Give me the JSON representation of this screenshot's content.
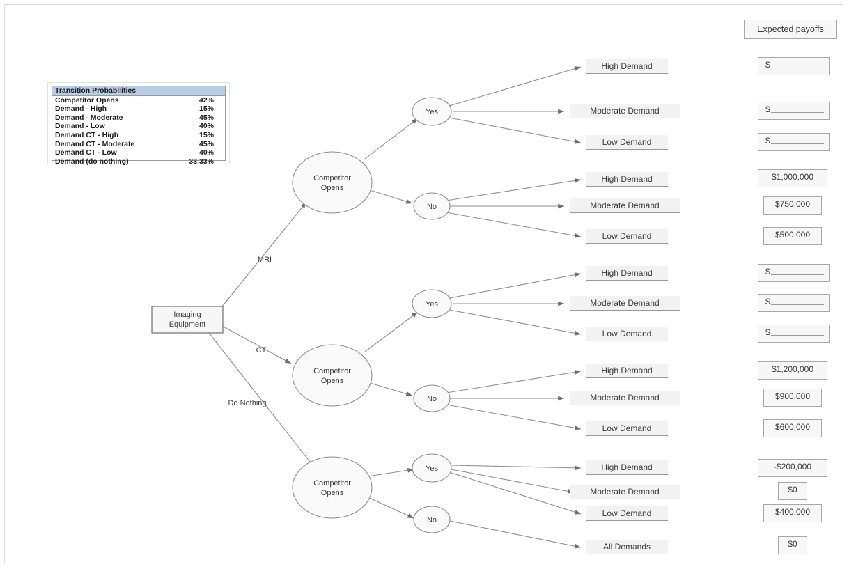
{
  "header": {
    "expected_payoffs_label": "Expected payoffs"
  },
  "transition_table": {
    "title": "Transition Probabilities",
    "rows": [
      {
        "label": "Competitor Opens",
        "value": "42%"
      },
      {
        "label": "Demand - High",
        "value": "15%"
      },
      {
        "label": "Demand - Moderate",
        "value": "45%"
      },
      {
        "label": "Demand - Low",
        "value": "40%"
      },
      {
        "label": "Demand CT - High",
        "value": "15%"
      },
      {
        "label": "Demand CT - Moderate",
        "value": "45%"
      },
      {
        "label": "Demand CT - Low",
        "value": "40%"
      },
      {
        "label": "Demand (do nothing)",
        "value": "33.33%"
      }
    ]
  },
  "tree": {
    "root_label_line1": "Imaging",
    "root_label_line2": "Equipment",
    "branch_labels": {
      "mri": "MRI",
      "ct": "CT",
      "do_nothing": "Do Nothing"
    },
    "chance_label_line1": "Competitor",
    "chance_label_line2": "Opens",
    "yes_label": "Yes",
    "no_label": "No"
  },
  "leaves": {
    "mri_yes": [
      "High Demand",
      "Moderate Demand",
      "Low Demand"
    ],
    "mri_no": [
      "High Demand",
      "Moderate Demand",
      "Low Demand"
    ],
    "ct_yes": [
      "High Demand",
      "Moderate Demand",
      "Low Demand"
    ],
    "ct_no": [
      "High Demand",
      "Moderate Demand",
      "Low Demand"
    ],
    "dn_yes": [
      "High Demand",
      "Moderate Demand",
      "Low Demand"
    ],
    "dn_no": [
      "All Demands"
    ]
  },
  "payoffs": {
    "mri_yes": [
      "$",
      "$",
      "$"
    ],
    "mri_no": [
      "$1,000,000",
      "$750,000",
      "$500,000"
    ],
    "ct_yes": [
      "$",
      "$",
      "$"
    ],
    "ct_no": [
      "$1,200,000",
      "$900,000",
      "$600,000"
    ],
    "dn_yes": [
      "-$200,000",
      "$0",
      "$400,000"
    ],
    "dn_no": [
      "$0"
    ]
  },
  "colors": {
    "table_header": "#b8cce4",
    "edge": "#8d8d8d",
    "leaf_bg": "#f2f2f2",
    "payoff_bg": "#f7f7f7"
  }
}
